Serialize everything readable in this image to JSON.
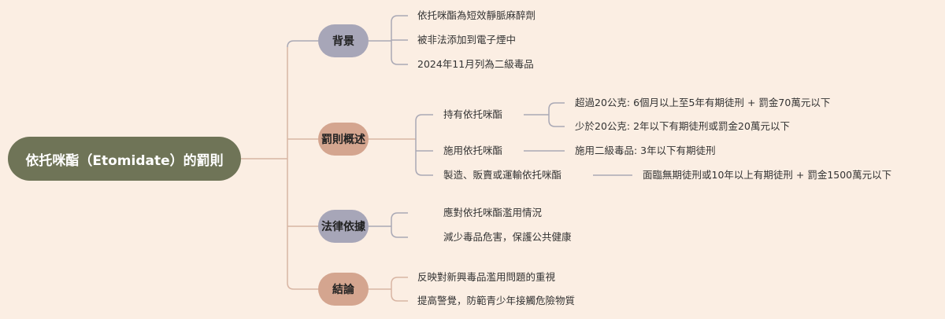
{
  "root": {
    "label": "依托咪酯（Etomidate）的罰則"
  },
  "categories": [
    {
      "label": "背景",
      "items": [
        "依托咪酯為短效靜脈麻醉劑",
        "被非法添加到電子煙中",
        "2024年11月列為二級毒品"
      ]
    },
    {
      "label": "罰則概述",
      "subs": [
        {
          "label": "持有依托咪酯",
          "details": [
            "超過20公克: 6個月以上至5年有期徒刑 + 罰金70萬元以下",
            "少於20公克: 2年以下有期徒刑或罰金20萬元以下"
          ]
        },
        {
          "label": "施用依托咪酯",
          "details": [
            "施用二級毒品: 3年以下有期徒刑"
          ]
        },
        {
          "label": "製造、販賣或運輸依托咪酯",
          "details": [
            "面臨無期徒刑或10年以上有期徒刑 + 罰金1500萬元以下"
          ]
        }
      ]
    },
    {
      "label": "法律依據",
      "items": [
        "應對依托咪酯濫用情況",
        "減少毒品危害，保護公共健康"
      ]
    },
    {
      "label": "結論",
      "items": [
        "反映對新興毒品濫用問題的重視",
        "提高警覺，防範青少年接觸危險物質"
      ]
    }
  ],
  "colors": {
    "background": "#fbeee3",
    "root": "#6f7457",
    "cat_purple": "#a7a6b8",
    "cat_salmon": "#d4a58f",
    "line_tan": "#d8b5a3",
    "line_gray": "#a9a8b5"
  }
}
